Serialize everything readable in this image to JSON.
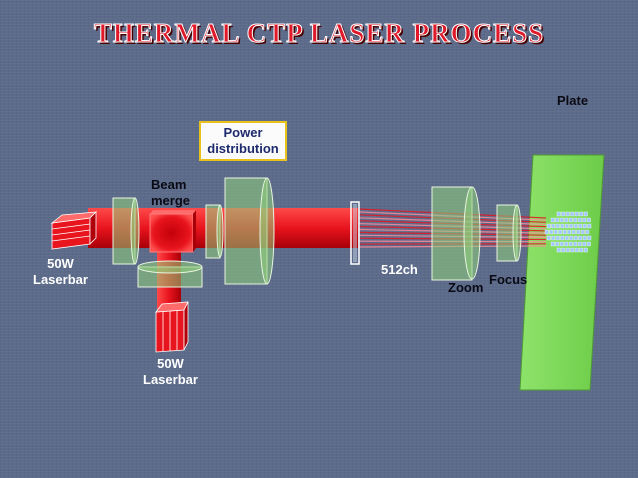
{
  "title": "THERMAL  CTP  LASER  PROCESS",
  "labels": {
    "plate": "Plate",
    "power_line1": "Power",
    "power_line2": "distribution",
    "beam_line1": "Beam",
    "beam_line2": "merge",
    "laser_left_line1": "50W",
    "laser_left_line2": "Laserbar",
    "laser_bottom_line1": "50W",
    "laser_bottom_line2": "Laserbar",
    "channels": "512ch",
    "zoom": "Zoom",
    "focus": "Focus"
  },
  "colors": {
    "background": "#5c6b8a",
    "beam": "#e8141e",
    "plate": "#7ed957",
    "lens": "#8fd07a",
    "title": "#e0192a",
    "spots": "#9ec8ff"
  }
}
